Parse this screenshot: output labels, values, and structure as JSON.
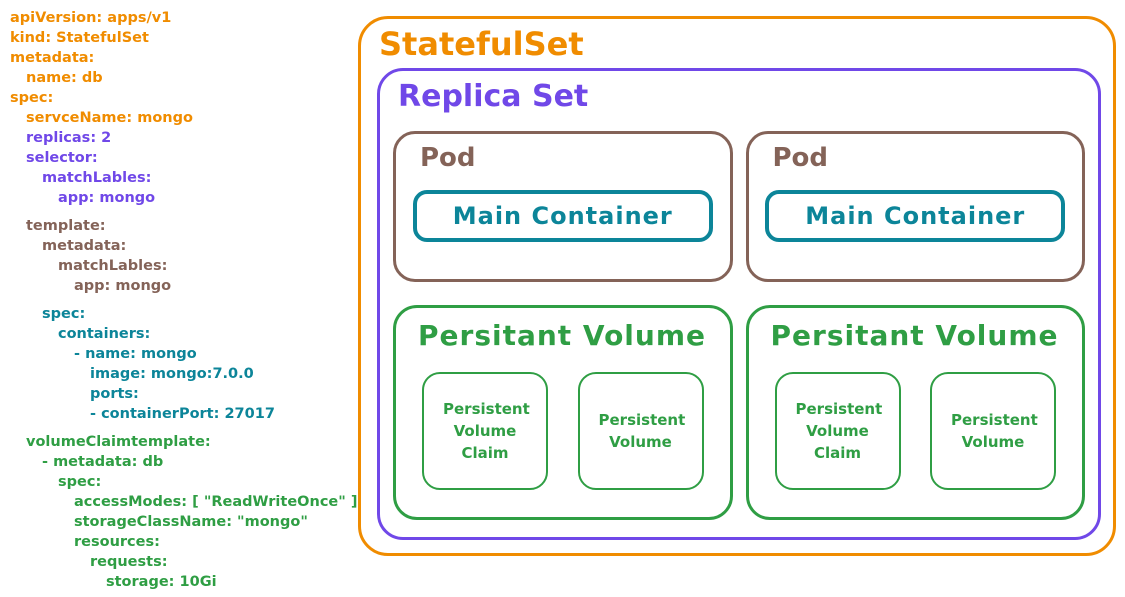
{
  "colors": {
    "orange": "#f08c00",
    "purple": "#7048e8",
    "brown": "#846358",
    "teal": "#0c8599",
    "green": "#2f9e44"
  },
  "yaml": {
    "lines": [
      {
        "text": "apiVersion: apps/v1",
        "indent": 0,
        "color": "orange",
        "gap_before": false
      },
      {
        "text": "kind: StatefulSet",
        "indent": 0,
        "color": "orange",
        "gap_before": false
      },
      {
        "text": "metadata:",
        "indent": 0,
        "color": "orange",
        "gap_before": false
      },
      {
        "text": "name: db",
        "indent": 1,
        "color": "orange",
        "gap_before": false
      },
      {
        "text": "spec:",
        "indent": 0,
        "color": "orange",
        "gap_before": false
      },
      {
        "text": "servceName: mongo",
        "indent": 1,
        "color": "orange",
        "gap_before": false
      },
      {
        "text": "replicas: 2",
        "indent": 1,
        "color": "purple",
        "gap_before": false
      },
      {
        "text": "selector:",
        "indent": 1,
        "color": "purple",
        "gap_before": false
      },
      {
        "text": "matchLables:",
        "indent": 2,
        "color": "purple",
        "gap_before": false
      },
      {
        "text": "app: mongo",
        "indent": 3,
        "color": "purple",
        "gap_before": false
      },
      {
        "text": "template:",
        "indent": 1,
        "color": "brown",
        "gap_before": true
      },
      {
        "text": "metadata:",
        "indent": 2,
        "color": "brown",
        "gap_before": false
      },
      {
        "text": "matchLables:",
        "indent": 3,
        "color": "brown",
        "gap_before": false
      },
      {
        "text": "app: mongo",
        "indent": 4,
        "color": "brown",
        "gap_before": false
      },
      {
        "text": "spec:",
        "indent": 2,
        "color": "teal",
        "gap_before": true
      },
      {
        "text": "containers:",
        "indent": 3,
        "color": "teal",
        "gap_before": false
      },
      {
        "text": "- name: mongo",
        "indent": 4,
        "color": "teal",
        "gap_before": false
      },
      {
        "text": "image: mongo:7.0.0",
        "indent": 5,
        "color": "teal",
        "gap_before": false
      },
      {
        "text": "ports:",
        "indent": 5,
        "color": "teal",
        "gap_before": false
      },
      {
        "text": "- containerPort: 27017",
        "indent": 5,
        "color": "teal",
        "gap_before": false
      },
      {
        "text": "volumeClaimtemplate:",
        "indent": 1,
        "color": "green",
        "gap_before": true
      },
      {
        "text": "- metadata: db",
        "indent": 2,
        "color": "green",
        "gap_before": false
      },
      {
        "text": "spec:",
        "indent": 3,
        "color": "green",
        "gap_before": false
      },
      {
        "text": "accessModes: [ \"ReadWriteOnce\" ]",
        "indent": 4,
        "color": "green",
        "gap_before": false
      },
      {
        "text": "storageClassName: \"mongo\"",
        "indent": 4,
        "color": "green",
        "gap_before": false
      },
      {
        "text": "resources:",
        "indent": 4,
        "color": "green",
        "gap_before": false
      },
      {
        "text": "requests:",
        "indent": 5,
        "color": "green",
        "gap_before": false
      },
      {
        "text": "storage: 10Gi",
        "indent": 6,
        "color": "green",
        "gap_before": false
      }
    ]
  },
  "diagram": {
    "statefulset_label": "StatefulSet",
    "replicaset_label": "Replica Set",
    "pods": [
      {
        "label": "Pod",
        "container_label": "Main Container"
      },
      {
        "label": "Pod",
        "container_label": "Main Container"
      }
    ],
    "volumes": [
      {
        "label": "Persitant Volume",
        "claim_label": "Persistent Volume Claim",
        "volume_label": "Persistent Volume"
      },
      {
        "label": "Persitant Volume",
        "claim_label": "Persistent Volume Claim",
        "volume_label": "Persistent Volume"
      }
    ]
  }
}
